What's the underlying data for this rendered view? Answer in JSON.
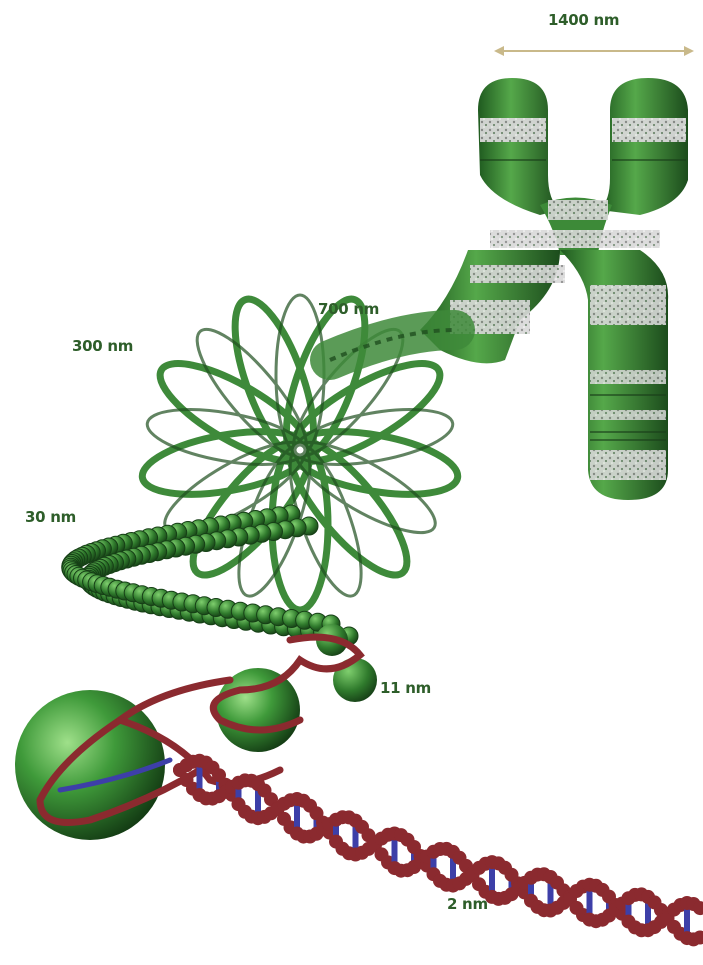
{
  "labels": {
    "chromosome_width": "1400 nm",
    "condensed_loops": "700 nm",
    "extended_loops": "300 nm",
    "chromatin_fiber": "30 nm",
    "nucleosomes": "11 nm",
    "dna_helix": "2 nm"
  },
  "colors": {
    "chromatin_green": "#3f8a3c",
    "chromatin_dark": "#1f4f1f",
    "dna_backbone": "#8b2a2f",
    "dna_bases": "#3d3fa8",
    "band_white": "#e8e8e8",
    "label_text": "#2e5e2a",
    "arrow": "#c9b98a"
  }
}
